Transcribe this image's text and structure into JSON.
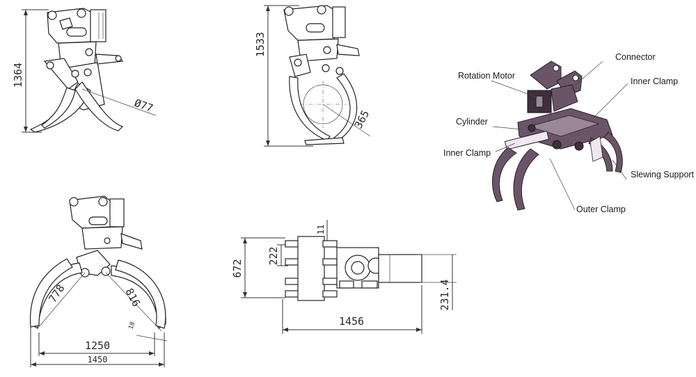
{
  "colors": {
    "line": "#222222",
    "render_body": "#6a5468",
    "render_dark": "#3e2f3d",
    "render_light": "#9a8799"
  },
  "dimensions": {
    "front_view_height": "1364",
    "pin_diameter": "Ø77",
    "side_view_height": "1533",
    "open_radius": "365",
    "width_1250": "1250",
    "width_1450": "1450",
    "arm_778": "778",
    "arm_816": "816",
    "tip_18": "18",
    "top_view_height": "672",
    "top_view_222": "222",
    "top_view_11": "11",
    "top_view_length": "1456",
    "top_view_2314": "231.4"
  },
  "callouts": {
    "rotation_motor": "Rotation Motor",
    "connector": "Connector",
    "inner_clamp_top": "Inner Clamp",
    "cylinder": "Cylinder",
    "inner_clamp_left": "Inner Clamp",
    "slewing_support": "Slewing Support",
    "outer_clamp": "Outer Clamp"
  }
}
